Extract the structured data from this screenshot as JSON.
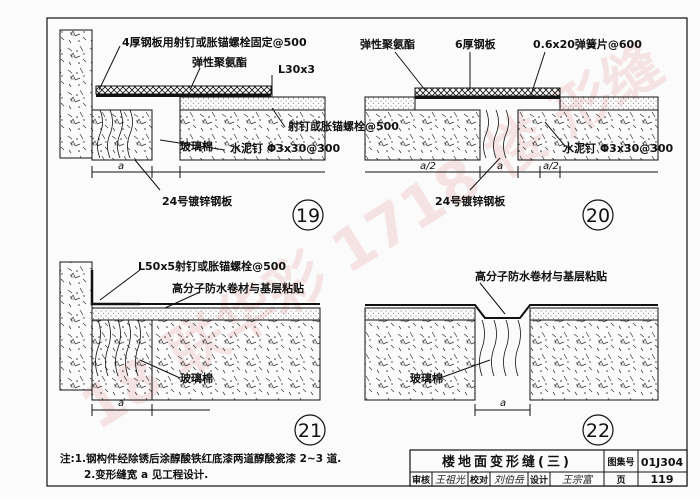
{
  "watermark": "18 联华彩 1718 楼 形缝",
  "details": [
    {
      "number": "19",
      "labels": {
        "plate_fix": "4厚钢板用射钉或胀锚螺栓固定@500",
        "sealant": "弹性聚氨酯",
        "angle": "L30x3",
        "anchor": "射钉或胀锚螺栓@500",
        "glasswool": "玻璃棉",
        "nail": "水泥钉 Φ3x30@300",
        "galv": "24号镀锌钢板",
        "dim_a": "a"
      }
    },
    {
      "number": "20",
      "labels": {
        "sealant": "弹性聚氨酯",
        "plate": "6厚钢板",
        "spring": "0.6x20弹簧片@600",
        "nail": "水泥钉 Φ3x30@300",
        "galv": "24号镀锌钢板",
        "dim_a": "a",
        "dim_a2": "a/2"
      }
    },
    {
      "number": "21",
      "labels": {
        "angle": "L50x5射钉或胀锚螺栓@500",
        "membrane": "高分子防水卷材与基层粘贴",
        "glasswool": "玻璃棉",
        "dim_a": "a"
      }
    },
    {
      "number": "22",
      "labels": {
        "membrane": "高分子防水卷材与基层粘贴",
        "glasswool": "玻璃棉",
        "dim_a": "a"
      }
    }
  ],
  "notes": {
    "line1": "注:1.钢构件经除锈后涂醇酸铁红底漆两道醇酸瓷漆 2~3 道.",
    "line2": "2.变形缝宽 a 见工程设计."
  },
  "title_block": {
    "title": "楼地面变形缝(三)",
    "atlas_label": "图集号",
    "atlas_no": "01J304",
    "review_label": "审核",
    "review_sig": "王祖光",
    "check_label": "校对",
    "check_sig": "刘伯岳",
    "design_label": "设计",
    "design_sig": "王宗富",
    "page_label": "页",
    "page_no": "119"
  }
}
